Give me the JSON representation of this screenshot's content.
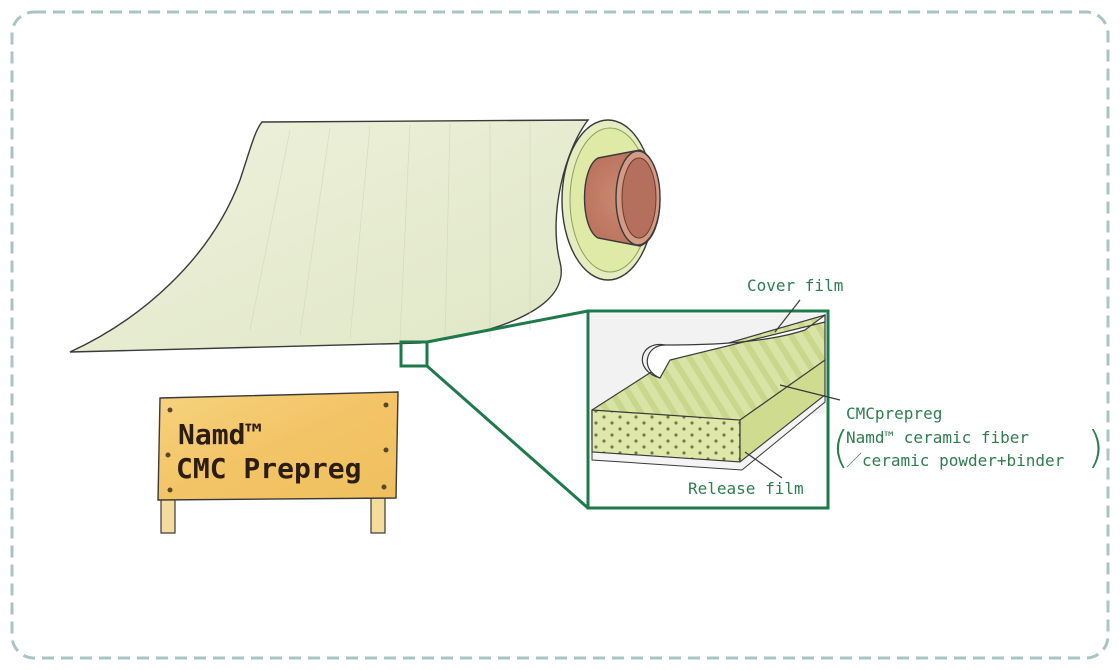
{
  "sign": {
    "line1": "Namd™",
    "line2": "CMC Prepreg"
  },
  "labels": {
    "cover_film": "Cover film",
    "prepreg_title": "CMCprepreg",
    "prepreg_line1": "Namd™ ceramic fiber",
    "prepreg_line2": "／ceramic powder+binder",
    "release_film": "Release film"
  },
  "colors": {
    "border_dashed": "#a9c4c4",
    "zoom_frame": "#1e7a4a",
    "label_text": "#2e7d4f",
    "sheet": "#e6ebcf",
    "core": "#c9816a",
    "sign_wood": "#f2c770"
  }
}
